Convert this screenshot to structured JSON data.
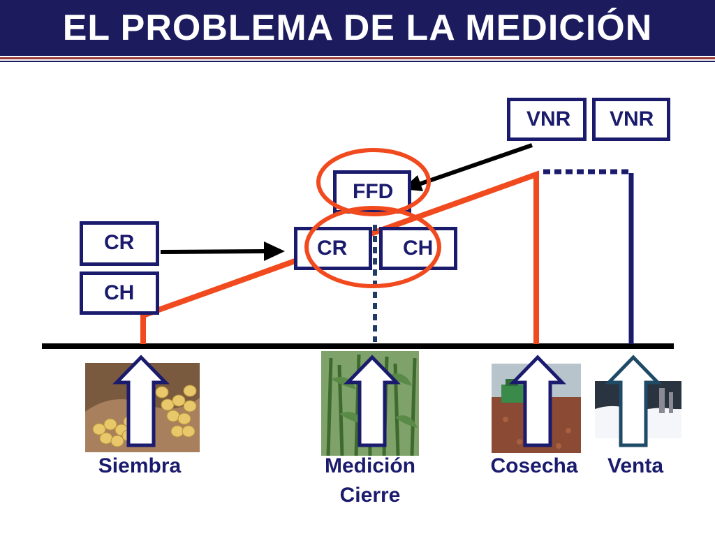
{
  "title": "EL PROBLEMA DE LA MEDICIÓN",
  "boxes": {
    "vnr_left": "VNR",
    "vnr_right": "VNR",
    "ffd": "FFD",
    "cr_mid": "CR",
    "ch_mid": "CH",
    "cr_left": "CR",
    "ch_left": "CH"
  },
  "stages": {
    "siembra": "Siembra",
    "medicion_line1": "Medición",
    "medicion_line2": "Cierre",
    "cosecha": "Cosecha",
    "venta": "Venta"
  },
  "colors": {
    "navy": "#1b1b6e",
    "red": "#f04a1e",
    "title_bg": "#1b1b5e"
  }
}
